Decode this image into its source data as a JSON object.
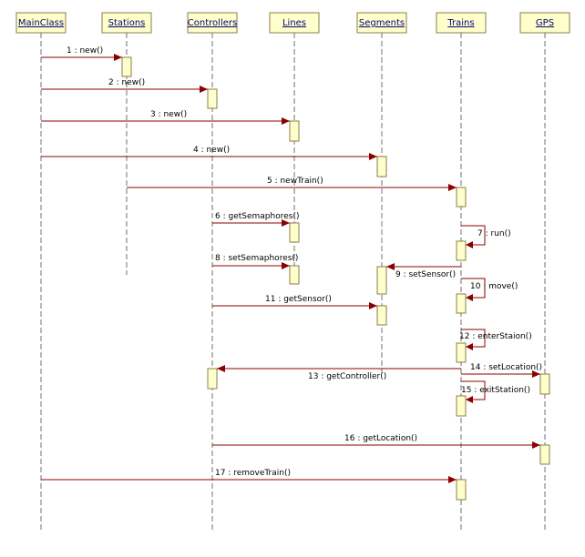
{
  "diagram": {
    "type": "uml-sequence",
    "colors": {
      "lifeline_fill": "#ffffcc",
      "lifeline_border": "#8b7d4b",
      "label_text": "#000080",
      "message_line": "#8b0000"
    },
    "lifelines": [
      {
        "id": "mainclass",
        "label": "MainClass"
      },
      {
        "id": "stations",
        "label": "Stations"
      },
      {
        "id": "controllers",
        "label": "Controllers"
      },
      {
        "id": "lines",
        "label": "Lines"
      },
      {
        "id": "segments",
        "label": "Segments"
      },
      {
        "id": "trains",
        "label": "Trains"
      },
      {
        "id": "gps",
        "label": "GPS"
      }
    ],
    "messages": [
      {
        "label": "1 : new()",
        "from": "mainclass",
        "to": "stations"
      },
      {
        "label": "2 : new()",
        "from": "mainclass",
        "to": "controllers"
      },
      {
        "label": "3 : new()",
        "from": "mainclass",
        "to": "lines"
      },
      {
        "label": "4 : new()",
        "from": "mainclass",
        "to": "segments"
      },
      {
        "label": "5 : newTrain()",
        "from": "stations",
        "to": "trains"
      },
      {
        "label": "6 : getSemaphores()",
        "from": "controllers",
        "to": "lines"
      },
      {
        "label": "7 : run()",
        "from": "trains",
        "to": "trains"
      },
      {
        "label": "8 : setSemaphores()",
        "from": "controllers",
        "to": "lines"
      },
      {
        "label": "9 : setSensor()",
        "from": "trains",
        "to": "segments"
      },
      {
        "label": "10 : move()",
        "from": "trains",
        "to": "trains"
      },
      {
        "label": "11 : getSensor()",
        "from": "controllers",
        "to": "segments"
      },
      {
        "label": "12 : enterStaion()",
        "from": "trains",
        "to": "trains"
      },
      {
        "label": "13 : getController()",
        "from": "trains",
        "to": "controllers"
      },
      {
        "label": "14 : setLocation()",
        "from": "trains",
        "to": "gps"
      },
      {
        "label": "15 : exitStation()",
        "from": "trains",
        "to": "trains"
      },
      {
        "label": "16 : getLocation()",
        "from": "controllers",
        "to": "gps"
      },
      {
        "label": "17 : removeTrain()",
        "from": "mainclass",
        "to": "trains"
      }
    ]
  }
}
